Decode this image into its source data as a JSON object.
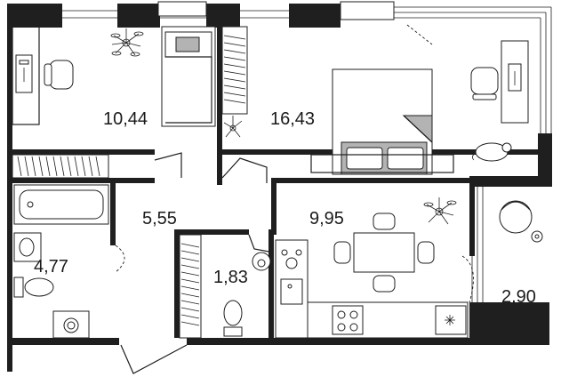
{
  "rooms": [
    {
      "id": "bedroom-1",
      "area": "10,44"
    },
    {
      "id": "bedroom-2",
      "area": "16,43"
    },
    {
      "id": "hallway",
      "area": "5,55"
    },
    {
      "id": "living-kitchen",
      "area": "9,95"
    },
    {
      "id": "bathroom",
      "area": "4,77"
    },
    {
      "id": "toilet",
      "area": "1,83"
    },
    {
      "id": "balcony",
      "area": "2,90"
    }
  ],
  "icons": [
    "plant-icon",
    "desk-icon",
    "chair-icon",
    "bed-icon",
    "wardrobe-icon",
    "bathtub-icon",
    "sink-icon",
    "toilet-icon",
    "washing-machine-icon",
    "stove-icon",
    "dining-table-icon",
    "armchair-icon",
    "cat-icon"
  ]
}
